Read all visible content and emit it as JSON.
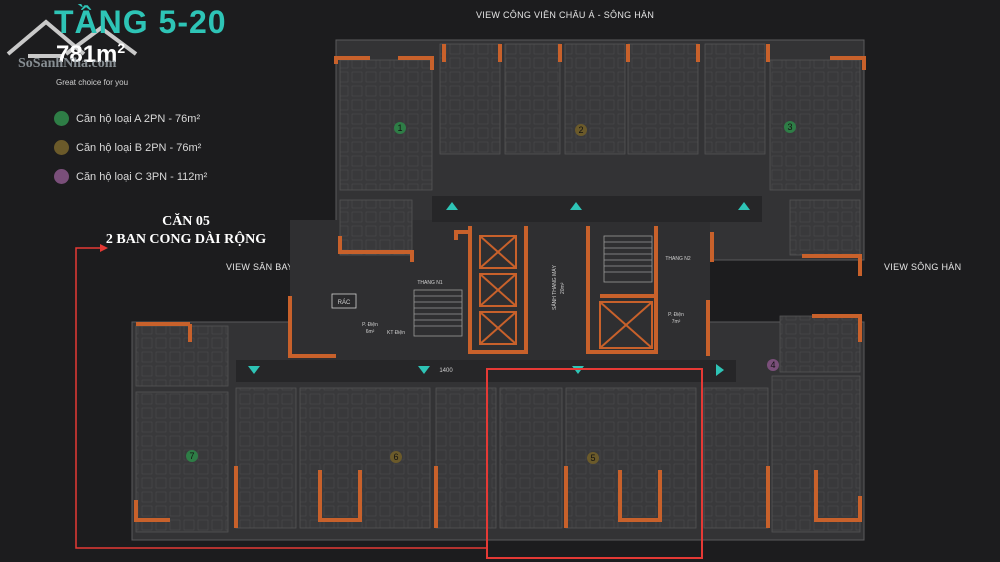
{
  "header": {
    "title": "TẦNG 5-20",
    "area_value": "781m",
    "area_sup": "2",
    "watermark": "SoSanhNha.com",
    "tagline": "Great choice for you"
  },
  "legend": [
    {
      "label": "Căn hộ loại A 2PN - 76m²",
      "color": "#2e7d46"
    },
    {
      "label": "Căn hộ loại B 2PN - 76m²",
      "color": "#6b5a2a"
    },
    {
      "label": "Căn hộ loại C 3PN - 112m²",
      "color": "#7a4f7a"
    }
  ],
  "annotation": {
    "line1": "CĂN 05",
    "line2": "2 BAN CONG DÀI RỘNG",
    "color": "#e53935"
  },
  "views": {
    "top": "VIEW CÔNG VIÊN CHÂU Á - SÔNG HÀN",
    "left": "VIEW SÂN BAY",
    "right": "VIEW SÔNG HÀN"
  },
  "plan_labels": {
    "rac": "RÁC",
    "thang_n1": "THANG N1",
    "thang_n2": "THANG N2",
    "sanh": "SẢNH THANG MÁY",
    "sanh_area": "20m²",
    "p_dien_1": "P. Điện",
    "p_dien_1_area": "6m²",
    "kt_dien": "KT Điện",
    "p_dien_2": "P. Điện",
    "p_dien_2_area": "7m²",
    "dim": "1400"
  },
  "units": [
    {
      "num": "1",
      "color": "#2e7d46"
    },
    {
      "num": "2",
      "color": "#6b5a2a"
    },
    {
      "num": "3",
      "color": "#2e7d46"
    },
    {
      "num": "4",
      "color": "#7a4f7a"
    },
    {
      "num": "5",
      "color": "#6b5a2a"
    },
    {
      "num": "6",
      "color": "#6b5a2a"
    },
    {
      "num": "7",
      "color": "#2e7d46"
    }
  ],
  "colors": {
    "background": "#1c1c1e",
    "wall": "#c8612b",
    "floor": "#3a3a3c",
    "corridor_marker": "#2ec4b6",
    "title": "#2ec4b6"
  }
}
